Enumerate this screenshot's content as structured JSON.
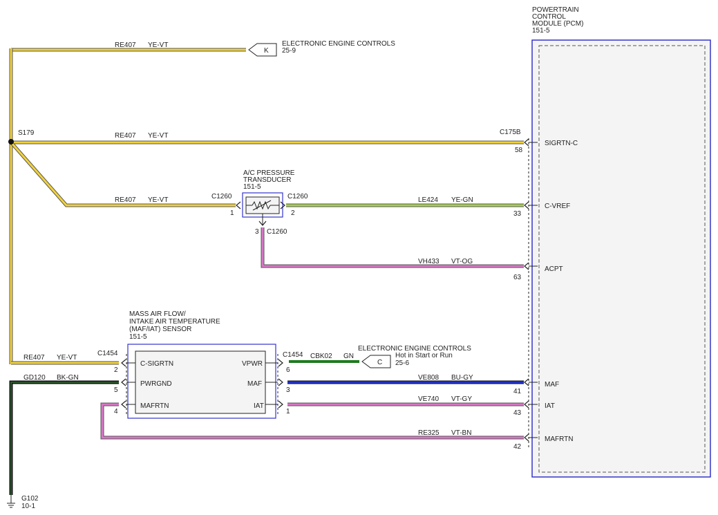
{
  "pcm": {
    "title": [
      "POWERTRAIN",
      "CONTROL",
      "MODULE (PCM)",
      "151-5"
    ],
    "connector": "C175B",
    "pins": [
      {
        "pin": "58",
        "name": "SIGRTN-C"
      },
      {
        "pin": "33",
        "name": "C-VREF"
      },
      {
        "pin": "63",
        "name": "ACPT"
      },
      {
        "pin": "41",
        "name": "MAF"
      },
      {
        "pin": "43",
        "name": "IAT"
      },
      {
        "pin": "42",
        "name": "MAFRTN"
      }
    ]
  },
  "splice": "S179",
  "ground": {
    "id": "G102",
    "ref": "10-1"
  },
  "ref_top": {
    "letter": "K",
    "title": "ELECTRONIC ENGINE CONTROLS",
    "ref": "25-9"
  },
  "ref_c": {
    "letter": "C",
    "title": "ELECTRONIC ENGINE CONTROLS",
    "note": "Hot in Start or Run",
    "ref": "25-6"
  },
  "transducer": {
    "title": [
      "A/C PRESSURE",
      "TRANSDUCER",
      "151-5"
    ],
    "connector": "C1260",
    "pin1": "1",
    "pin2": "2",
    "pin3": "3"
  },
  "maf_sensor": {
    "title": [
      "MASS AIR FLOW/",
      "INTAKE AIR TEMPERATURE",
      "(MAF/IAT) SENSOR",
      "151-5"
    ],
    "connector": "C1454",
    "left_pins": [
      {
        "pin": "2",
        "name": "C-SIGRTN"
      },
      {
        "pin": "5",
        "name": "PWRGND"
      },
      {
        "pin": "4",
        "name": "MAFRTN"
      }
    ],
    "right_pins": [
      {
        "pin": "6",
        "name": "VPWR"
      },
      {
        "pin": "3",
        "name": "MAF"
      },
      {
        "pin": "1",
        "name": "IAT"
      }
    ]
  },
  "wires": {
    "re407": {
      "circuit": "RE407",
      "color": "YE-VT"
    },
    "le424": {
      "circuit": "LE424",
      "color": "YE-GN"
    },
    "vh433": {
      "circuit": "VH433",
      "color": "VT-OG"
    },
    "cbk02": {
      "circuit": "CBK02",
      "color": "GN"
    },
    "ve808": {
      "circuit": "VE808",
      "color": "BU-GY"
    },
    "ve740": {
      "circuit": "VE740",
      "color": "VT-GY"
    },
    "re325": {
      "circuit": "RE325",
      "color": "VT-BN"
    },
    "gd120": {
      "circuit": "GD120",
      "color": "BK-GN"
    }
  },
  "colors": {
    "yellow": "#f2d23a",
    "green": "#7cbf2a",
    "violet": "#d977c6",
    "blue": "#2233cc",
    "darkgreen": "#1e7a1e",
    "black": "#1a1a1a",
    "module_border": "#3333cc"
  }
}
